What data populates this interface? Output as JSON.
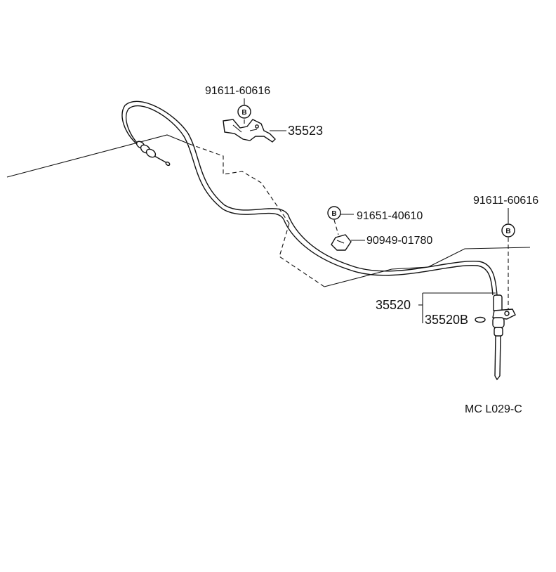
{
  "diagram": {
    "part_labels": {
      "bolt_bracket": "91611-60616",
      "bracket": "35523",
      "bolt_clamp": "91651-40610",
      "clamp": "90949-01780",
      "bolt_end": "91611-60616",
      "cable_assy": "35520",
      "grommet": "35520B"
    },
    "callout_letter": "B",
    "figure_code": "MC L029-C"
  }
}
